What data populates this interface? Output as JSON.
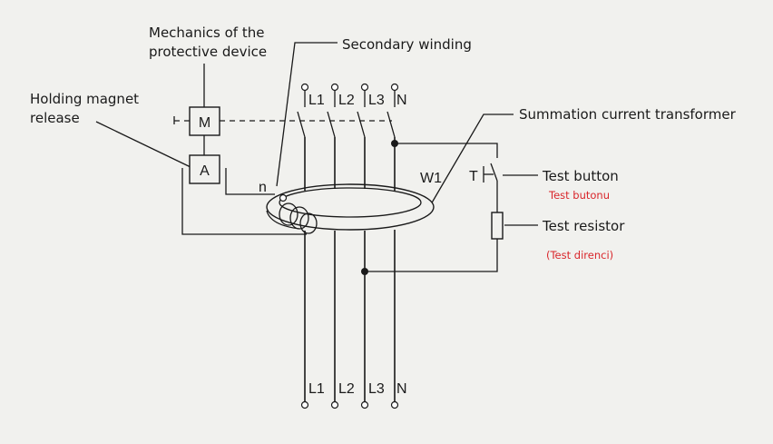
{
  "labels": {
    "mechanics_line1": "Mechanics of the",
    "mechanics_line2": "protective device",
    "holding_line1": "Holding magnet",
    "holding_line2": "release",
    "secondary_winding": "Secondary winding",
    "summation_ct": "Summation current transformer",
    "test_button": "Test button",
    "test_button_tr": "Test butonu",
    "test_resistor": "Test resistor",
    "test_resistor_tr": "(Test direnci)"
  },
  "components": {
    "motor_box": "M",
    "actuator_box": "A",
    "n_marker": "n",
    "w1_marker": "W1",
    "test_switch": "T"
  },
  "terminals": {
    "top": [
      "L1",
      "L2",
      "L3",
      "N"
    ],
    "bottom": [
      "L1",
      "L2",
      "L3",
      "N"
    ]
  },
  "colors": {
    "background": "#f1f1ee",
    "line": "#1a1a1a",
    "annotation_red": "#d9262b"
  }
}
